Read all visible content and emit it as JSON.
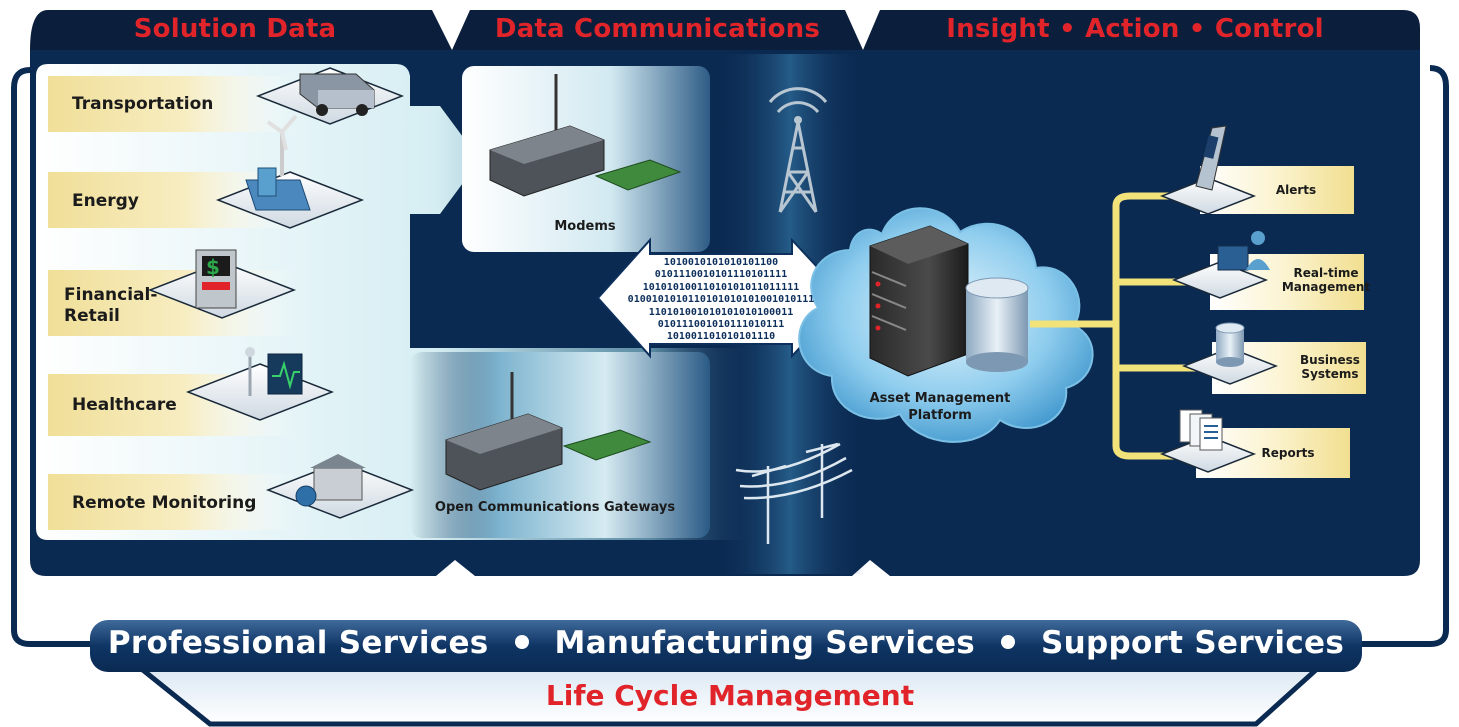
{
  "headers": {
    "solution_data": "Solution Data",
    "data_communications": "Data Communications",
    "insight": "Insight • Action • Control"
  },
  "sectors": [
    {
      "label": "Transportation"
    },
    {
      "label": "Energy"
    },
    {
      "label": "Financial-\nRetail"
    },
    {
      "label": "Healthcare"
    },
    {
      "label": "Remote Monitoring"
    }
  ],
  "devices": {
    "modems_label": "Modems",
    "gateways_label": "Open Communications Gateways"
  },
  "binary_lines": [
    "1010010101010101100",
    "0101110010101110101111",
    "10101010011010101011011111",
    "0100101010110101010101001010111",
    "110101001010101010100011",
    "010111001010111010111",
    "101001101010101110"
  ],
  "platform": {
    "label": "Asset Management\nPlatform"
  },
  "outputs": [
    {
      "label": "Alerts"
    },
    {
      "label": "Real-time\nManagement"
    },
    {
      "label": "Business\nSystems"
    },
    {
      "label": "Reports"
    }
  ],
  "services": [
    "Professional Services",
    "Manufacturing Services",
    "Support Services"
  ],
  "lifecycle": "Life Cycle Management",
  "colors": {
    "navy": "#0b2a52",
    "navy_dark": "#061a36",
    "accent_red": "#e0242a",
    "label_cream": "#f5e7a8",
    "connector_yellow": "#f1e27a",
    "cloud_blue": "#5fb2e0"
  }
}
